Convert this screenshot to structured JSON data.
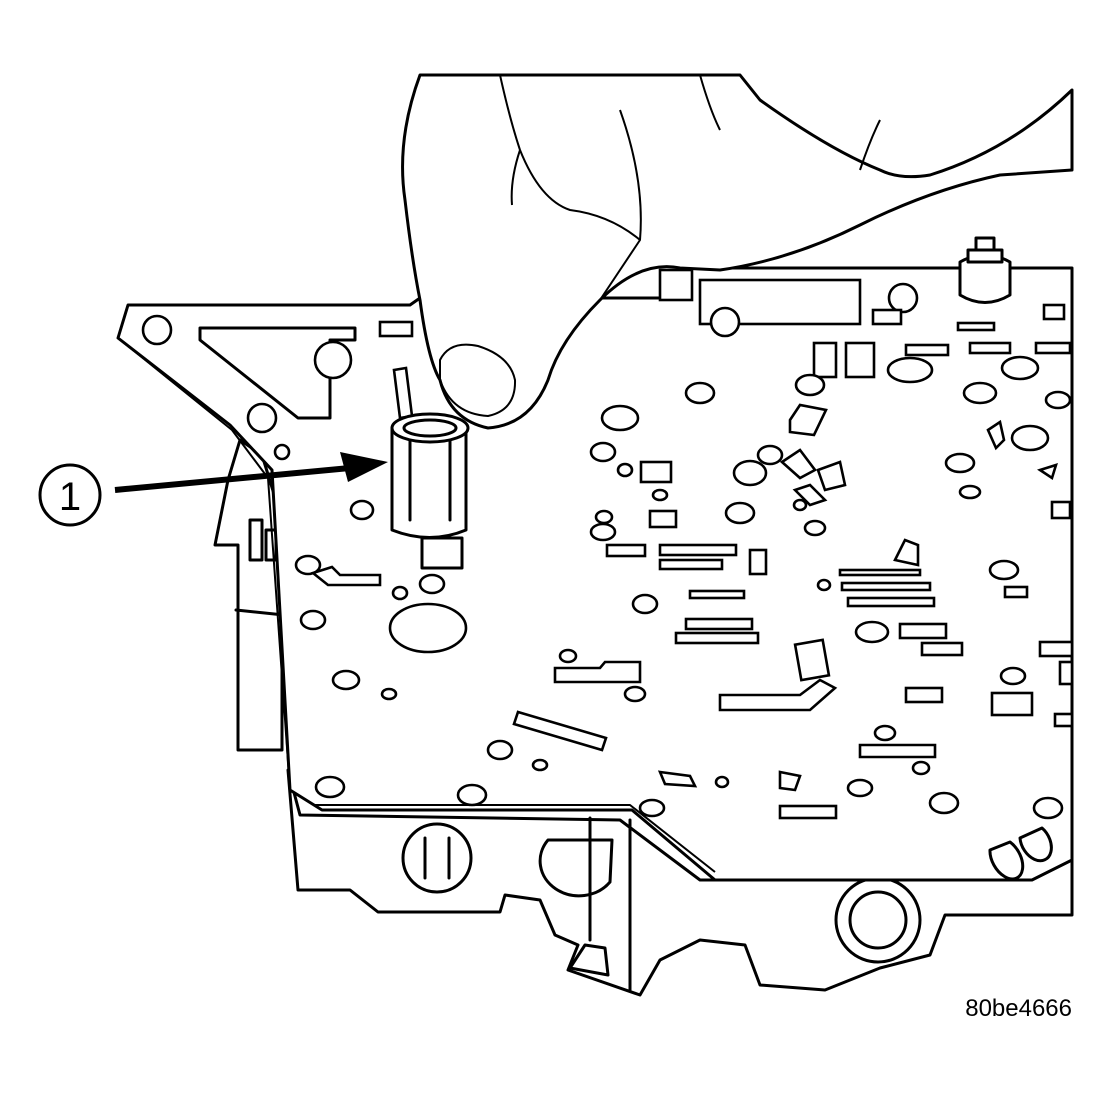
{
  "callout": {
    "number": "1"
  },
  "figure_id": "80be4666",
  "colors": {
    "ink": "#000000",
    "paper": "#ffffff"
  },
  "parts": [
    "valve-body",
    "separator-plate",
    "filter",
    "hand"
  ]
}
